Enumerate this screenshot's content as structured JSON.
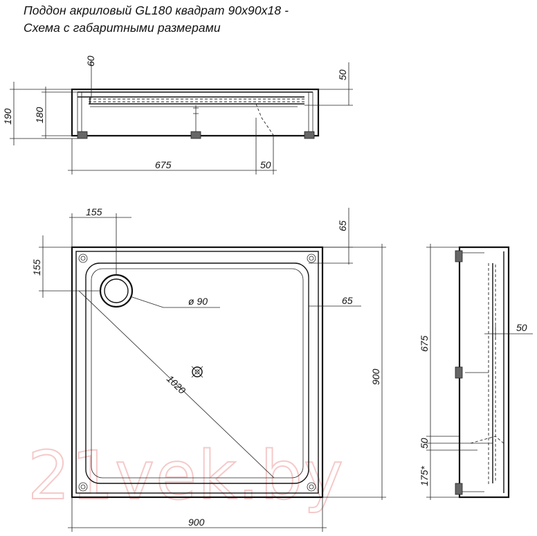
{
  "title": {
    "line1": "Поддон акриловый  GL180 квадрат 90x90x18 -",
    "line2": "Схема с габаритными размерами"
  },
  "side_view": {
    "dims": {
      "d60": "60",
      "d50_top": "50",
      "d190": "190",
      "d180": "180",
      "d675": "675",
      "d50_bottom": "50"
    }
  },
  "top_view": {
    "dims": {
      "d155_top": "155",
      "d155_left": "155",
      "d65_top": "65",
      "d65_right": "65",
      "drain": "ø 90",
      "diagonal": "1020",
      "height": "900",
      "width": "900"
    }
  },
  "right_view": {
    "dims": {
      "d675": "675",
      "d50_mid": "50",
      "d50_low": "50",
      "d175": "175*"
    }
  },
  "watermark": "21vek.by",
  "colors": {
    "line": "#111111",
    "watermark": "#f2b8b8"
  }
}
